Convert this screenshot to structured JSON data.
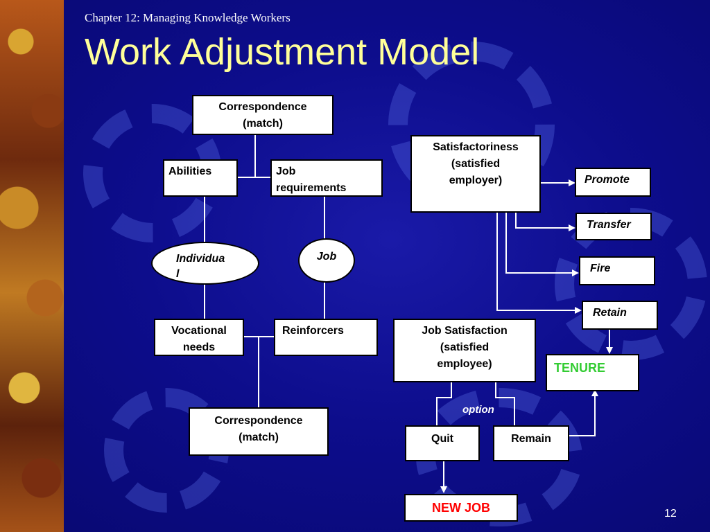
{
  "header": {
    "subtitle": "Chapter 12:  Managing Knowledge Workers",
    "title": "Work Adjustment Model"
  },
  "diagram": {
    "correspondence_top": "Correspondence\n(match)",
    "abilities": "Abilities",
    "job_requirements": "Job\nrequirements",
    "individual": "Individua\nl",
    "job": "Job",
    "vocational_needs": "Vocational\nneeds",
    "reinforcers": "Reinforcers",
    "correspondence_bottom": "Correspondence\n(match)",
    "satisfactoriness": "Satisfactoriness\n(satisfied\nemployer)",
    "promote": "Promote",
    "transfer": "Transfer",
    "fire": "Fire",
    "retain": "Retain",
    "tenure": "TENURE",
    "job_satisfaction": "Job Satisfaction\n(satisfied\nemployee)",
    "option": "option",
    "quit": "Quit",
    "remain": "Remain",
    "new_job": "NEW JOB"
  },
  "footer": {
    "page_number": "12"
  },
  "colors": {
    "background": "#0d0d8c",
    "title": "#ffff99",
    "tenure": "#33cc33",
    "new_job": "#ff0000"
  }
}
